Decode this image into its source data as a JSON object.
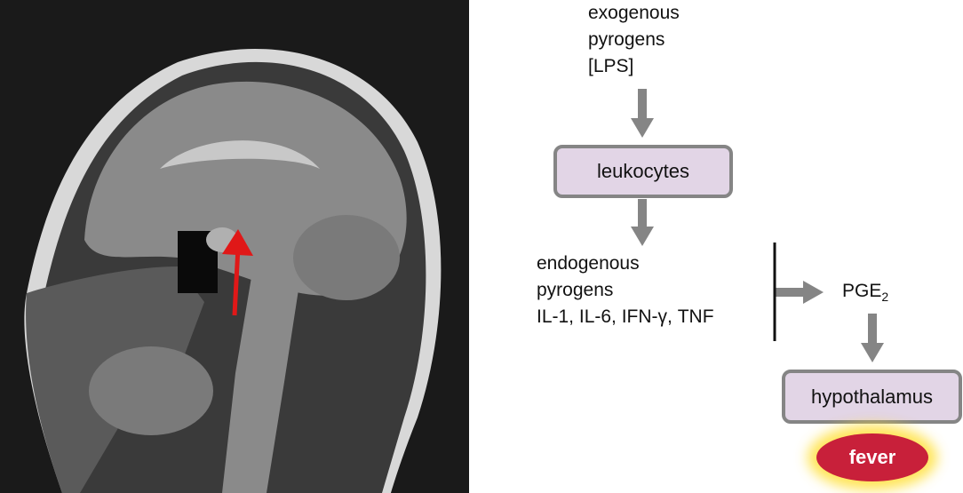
{
  "image": {
    "subject": "mri-sagittal-head",
    "arrow_color": "#e01818"
  },
  "nodes": {
    "exogenous": [
      "exogenous",
      "pyrogens",
      "[LPS]"
    ],
    "leukocytes": "leukocytes",
    "endogenous": [
      "endogenous",
      "pyrogens",
      "IL-1, IL-6, IFN-γ, TNF"
    ],
    "pge": {
      "base": "PGE",
      "sub": "2"
    },
    "hypothalamus": "hypothalamus",
    "fever": "fever"
  },
  "colors": {
    "box_fill": "#e2d5e6",
    "box_border": "#858585",
    "arrow": "#858585",
    "fever": "#c8203a",
    "glow": "#ffe13c"
  }
}
